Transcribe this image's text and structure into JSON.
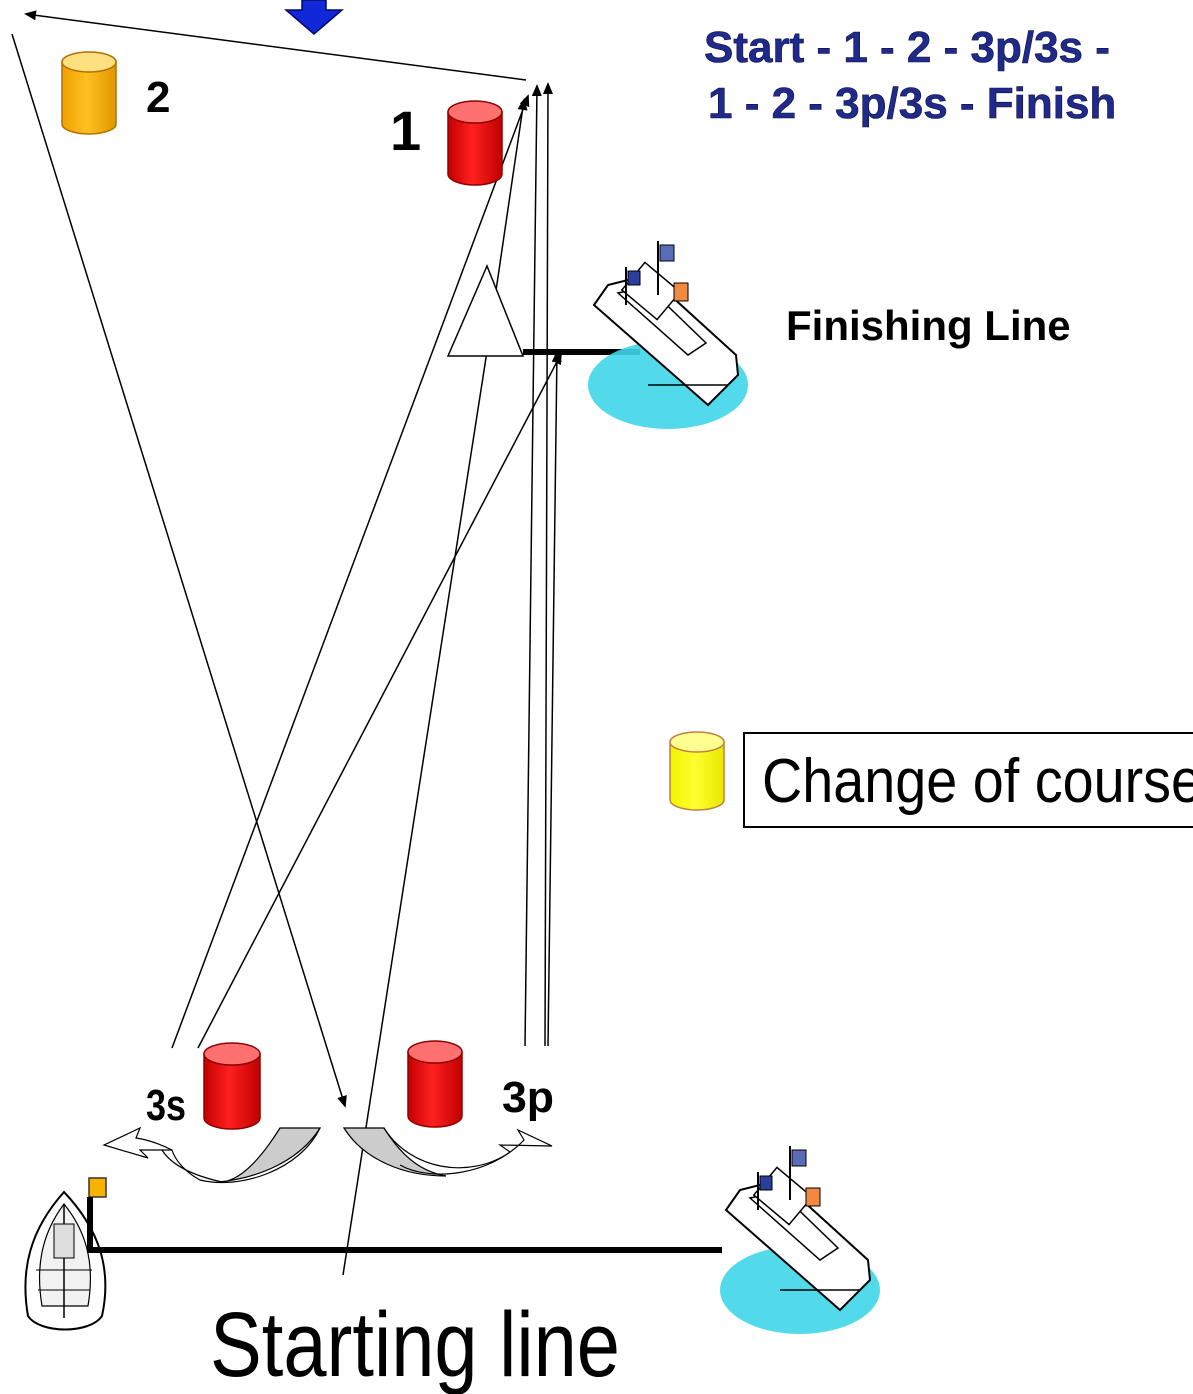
{
  "course": {
    "line1": "Start - 1 - 2 - 3p/3s -",
    "line2": "1 - 2 - 3p/3s - Finish"
  },
  "marks": {
    "mark1": "1",
    "mark2": "2",
    "mark3s": "3s",
    "mark3p": "3p"
  },
  "labels": {
    "finishing_line": "Finishing Line",
    "starting_line": "Starting line",
    "change_of_course": "Change of course"
  },
  "colors": {
    "course_text": "#1f2a8a",
    "red_buoy": "#ee1111",
    "orange_buoy": "#ffb000",
    "yellow_buoy": "#ffff00",
    "wind_arrow": "#1028d8",
    "water": "#3fd6e8"
  },
  "icons": {
    "wind": "wind-arrow-icon",
    "committee_boat": "committee-boat-icon",
    "pin_boat": "sailboat-icon",
    "finish_mark": "triangle-mark-icon"
  }
}
